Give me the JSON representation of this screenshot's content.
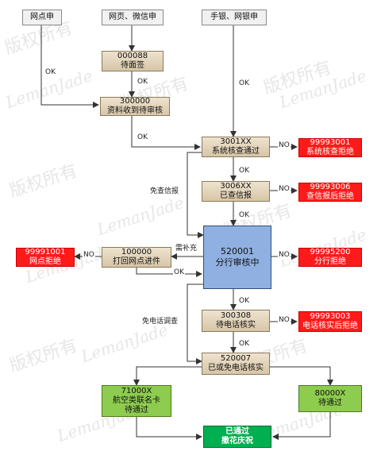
{
  "watermark": {
    "cn": "版权所有",
    "en": "LemanJade"
  },
  "nodes": {
    "web_apply": "网点申",
    "online_apply": "网页、微信申",
    "mobile_apply": "手银、网银申",
    "wait_sign_code": "000088",
    "wait_sign_text": "待面签",
    "doc_received_code": "300000",
    "doc_received_text": "资料收到待审核",
    "system_check_code": "3001XX",
    "system_check_text": "系统核查通过",
    "system_reject_code": "99993001",
    "system_reject_text": "系统核查拒绝",
    "credit_checked_code": "3006XX",
    "credit_checked_text": "已查信报",
    "credit_reject_code": "99993006",
    "credit_reject_text": "查信报后拒绝",
    "branch_review_code": "520001",
    "branch_review_text": "分行审核中",
    "branch_reject_code": "99995200",
    "branch_reject_text": "分行拒绝",
    "return_branch_code": "100000",
    "return_branch_text": "打回网点进件",
    "outlet_reject_code": "99991001",
    "outlet_reject_text": "网点拒绝",
    "wait_phone_code": "300308",
    "wait_phone_text": "待电话核实",
    "phone_reject_code": "99993003",
    "phone_reject_text": "电话核实后拒绝",
    "phone_done_code": "520007",
    "phone_done_text": "已或免电话核实",
    "airline_code": "71000X",
    "airline_text1": "航空类联名卡",
    "airline_text2": "待通过",
    "other_code": "80000X",
    "other_text": "待通过",
    "approved_text1": "已通过",
    "approved_text2": "撒花庆祝"
  },
  "labels": {
    "ok": "OK",
    "no": "NO",
    "skip_credit": "免查信报",
    "supplement": "需补充",
    "skip_phone": "免电话调查"
  }
}
